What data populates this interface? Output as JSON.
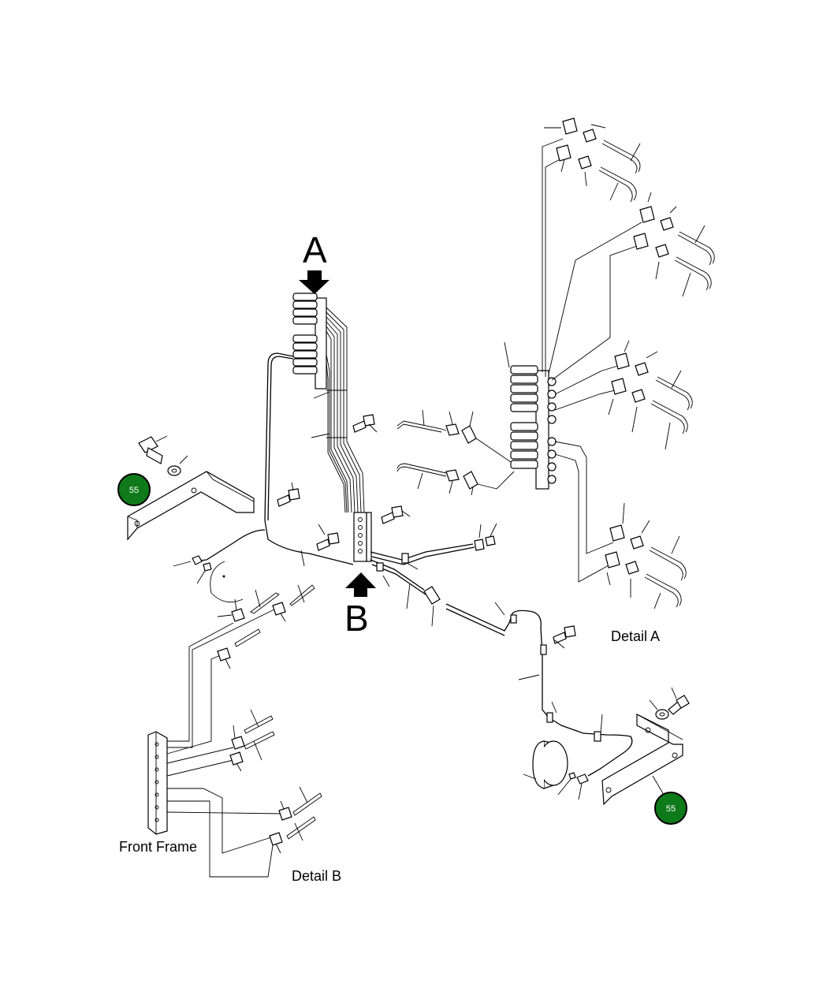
{
  "labels": {
    "arrow_a": "A",
    "arrow_b": "B",
    "detail_a": "Detail A",
    "detail_b": "Detail B",
    "front_frame": "Front Frame"
  },
  "badges": [
    {
      "text": "55",
      "color": "#0f7a1a"
    },
    {
      "text": "55",
      "color": "#0f7a1a"
    }
  ],
  "colors": {
    "line": "#000000",
    "badge_fill": "#0f7a1a",
    "badge_ring": "#000000",
    "background": "#ffffff"
  }
}
